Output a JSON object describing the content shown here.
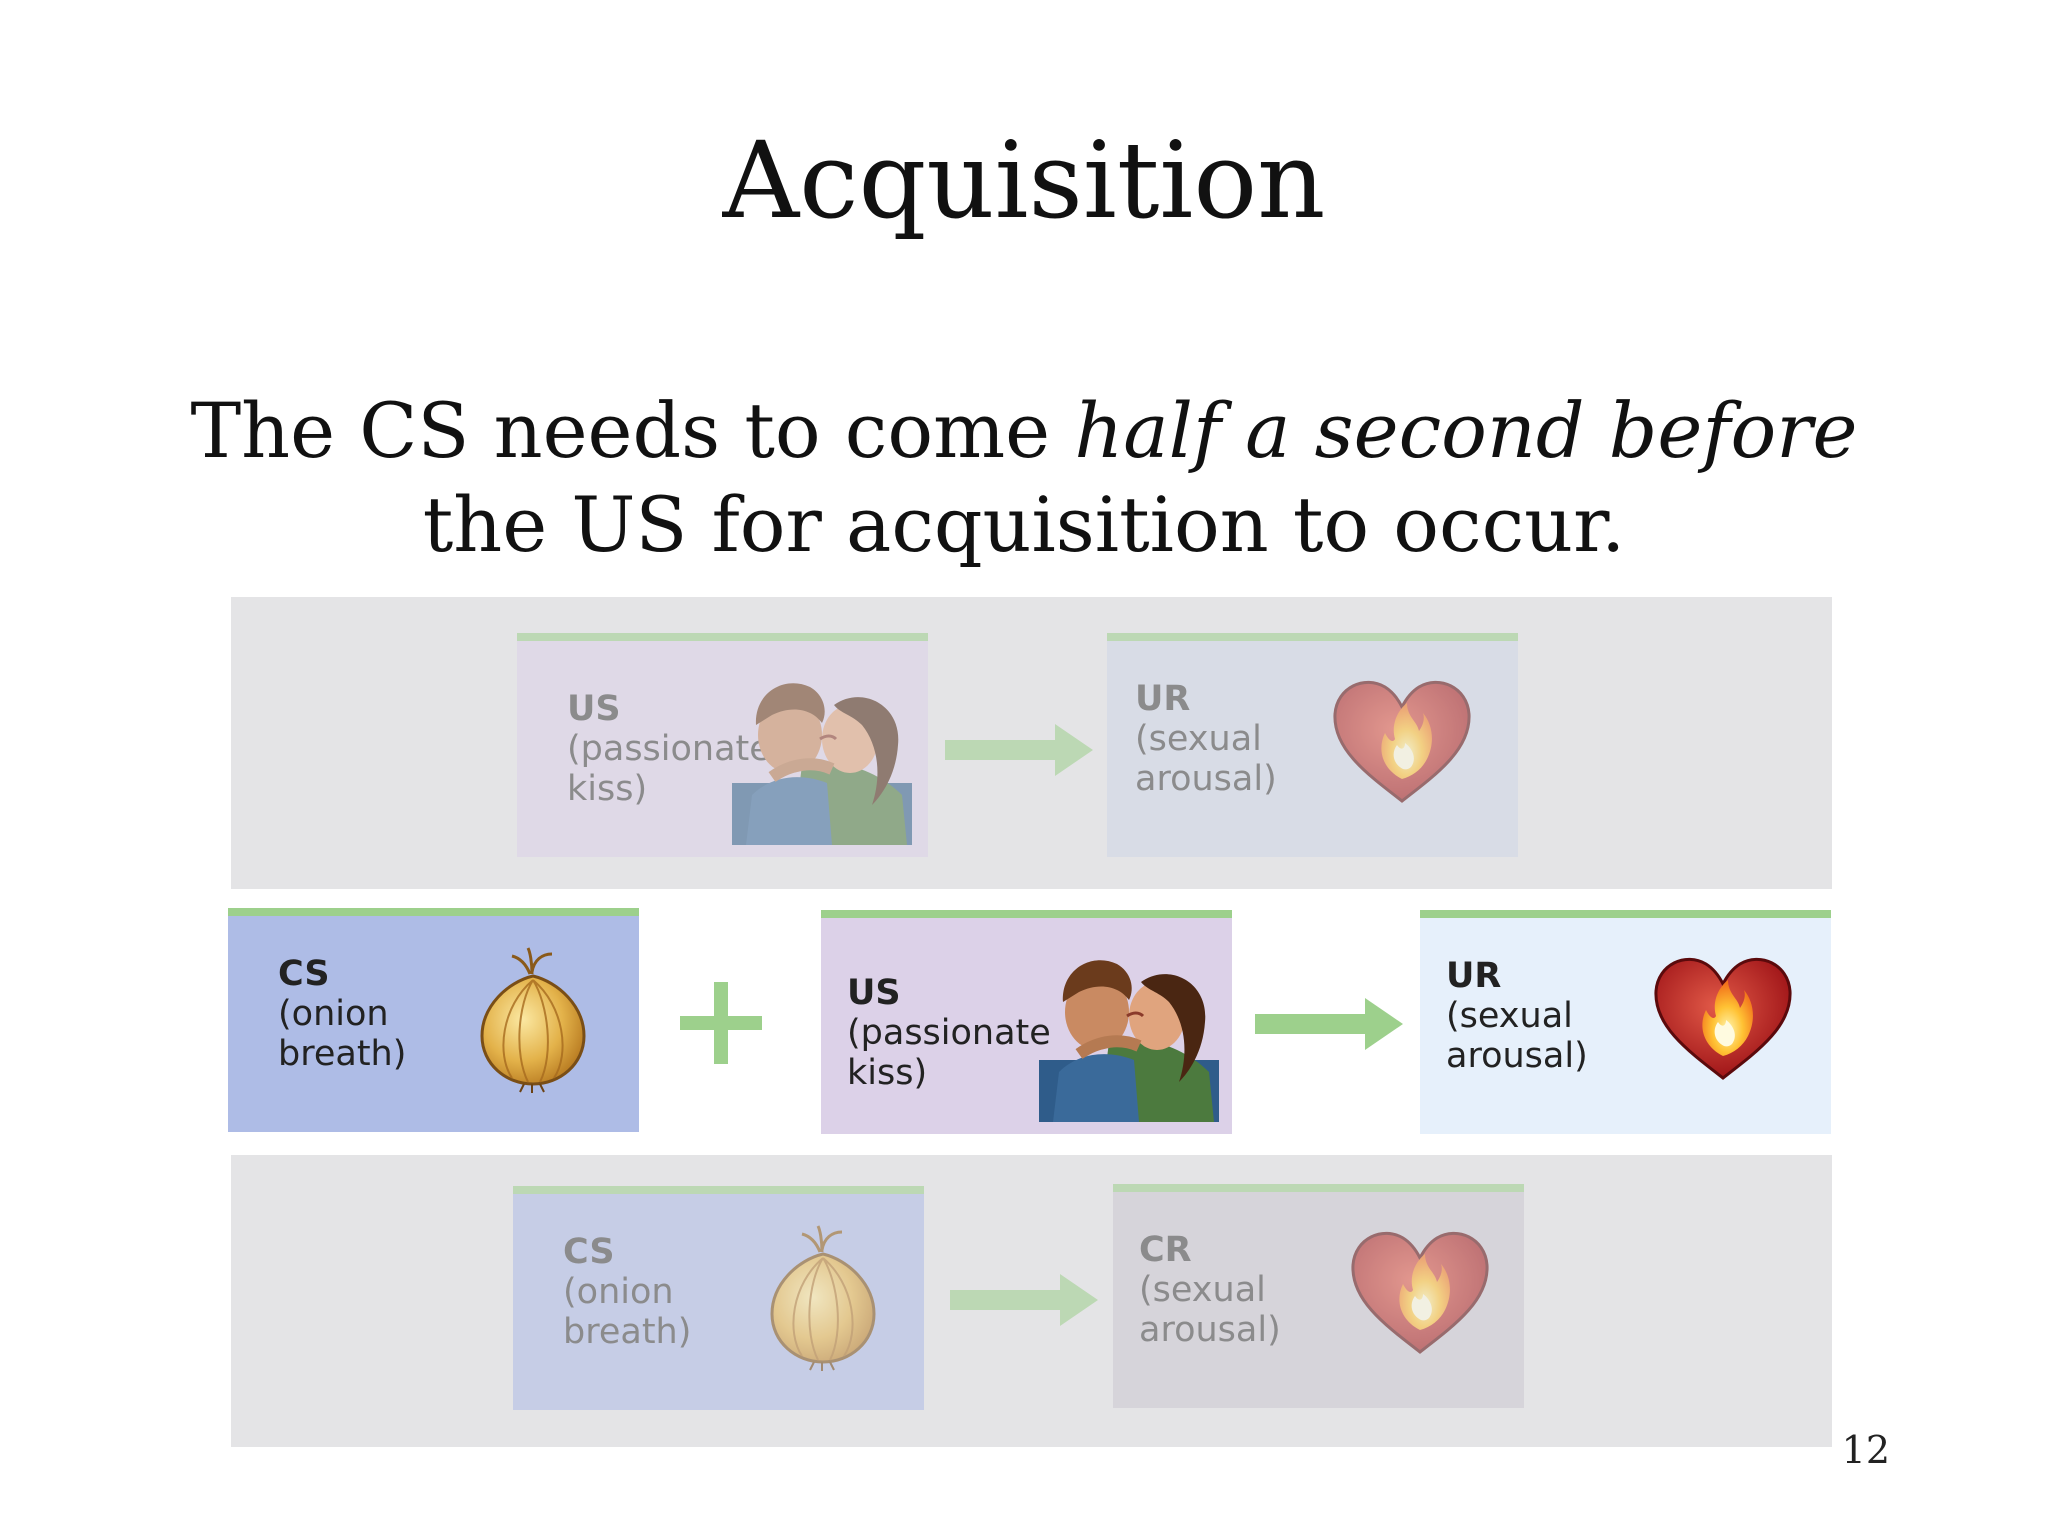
{
  "slide": {
    "title": "Acquisition",
    "subtitle_pre": "The CS needs to come ",
    "subtitle_em": "half a second before",
    "subtitle_post": " the US for acquisition to occur.",
    "page_number": "12"
  },
  "diagram": {
    "row1": {
      "us": {
        "code": "US",
        "desc": "(passionate\nkiss)"
      },
      "ur": {
        "code": "UR",
        "desc": "(sexual\narousal)"
      }
    },
    "row2": {
      "cs": {
        "code": "CS",
        "desc": "(onion\nbreath)"
      },
      "us": {
        "code": "US",
        "desc": "(passionate\nkiss)"
      },
      "ur": {
        "code": "UR",
        "desc": "(sexual\narousal)"
      }
    },
    "row3": {
      "cs": {
        "code": "CS",
        "desc": "(onion\nbreath)"
      },
      "cr": {
        "code": "CR",
        "desc": "(sexual\narousal)"
      }
    },
    "colors": {
      "accent": "#9dd08c",
      "cs": "#aebce6",
      "us": "#dcd1e8",
      "ur": "#e6f0fb"
    },
    "icons": [
      "kiss-illustration-icon",
      "heart-flame-icon",
      "onion-icon",
      "arrow-right-icon",
      "plus-icon"
    ]
  }
}
